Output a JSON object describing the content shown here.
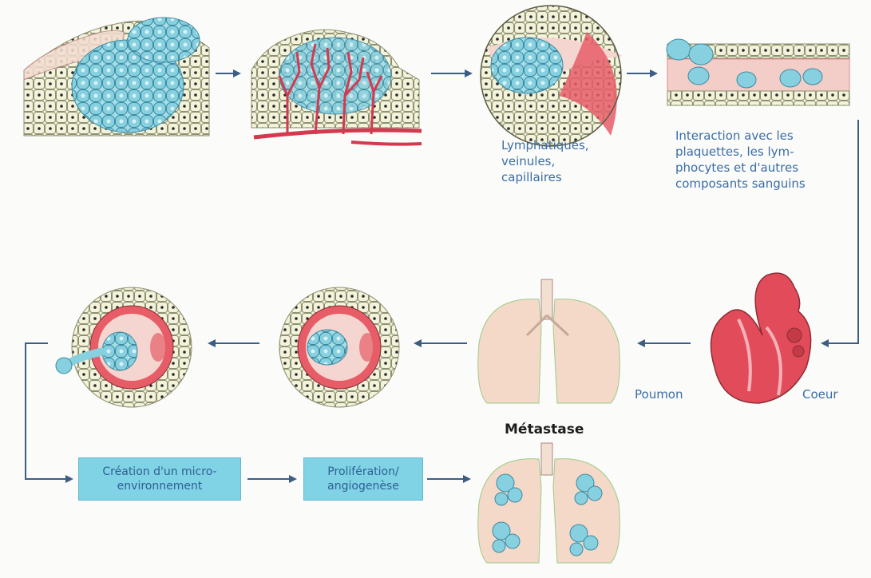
{
  "labels": {
    "vessels": [
      "Lymphatiques,",
      "veinules,",
      "capillaires"
    ],
    "interaction": [
      "Interaction avec les",
      "plaquettes, les lym-",
      "phocytes et d'autres",
      "composants sanguins"
    ],
    "heart": "Coeur",
    "lung": "Poumon",
    "metastasis": "Métastase"
  },
  "boxes": {
    "microenvironment": [
      "Création d'un micro-",
      "environnement"
    ],
    "proliferation": [
      "Prolifération/",
      "angiogenèse"
    ]
  },
  "colors": {
    "arrow": "#3d5d85",
    "tumor_cells": "#7fd3e4",
    "normal_cells": "#f2f2d8",
    "blood": "#d9414f",
    "organ": "#f4d9c8",
    "label_text": "#3a6da8"
  }
}
